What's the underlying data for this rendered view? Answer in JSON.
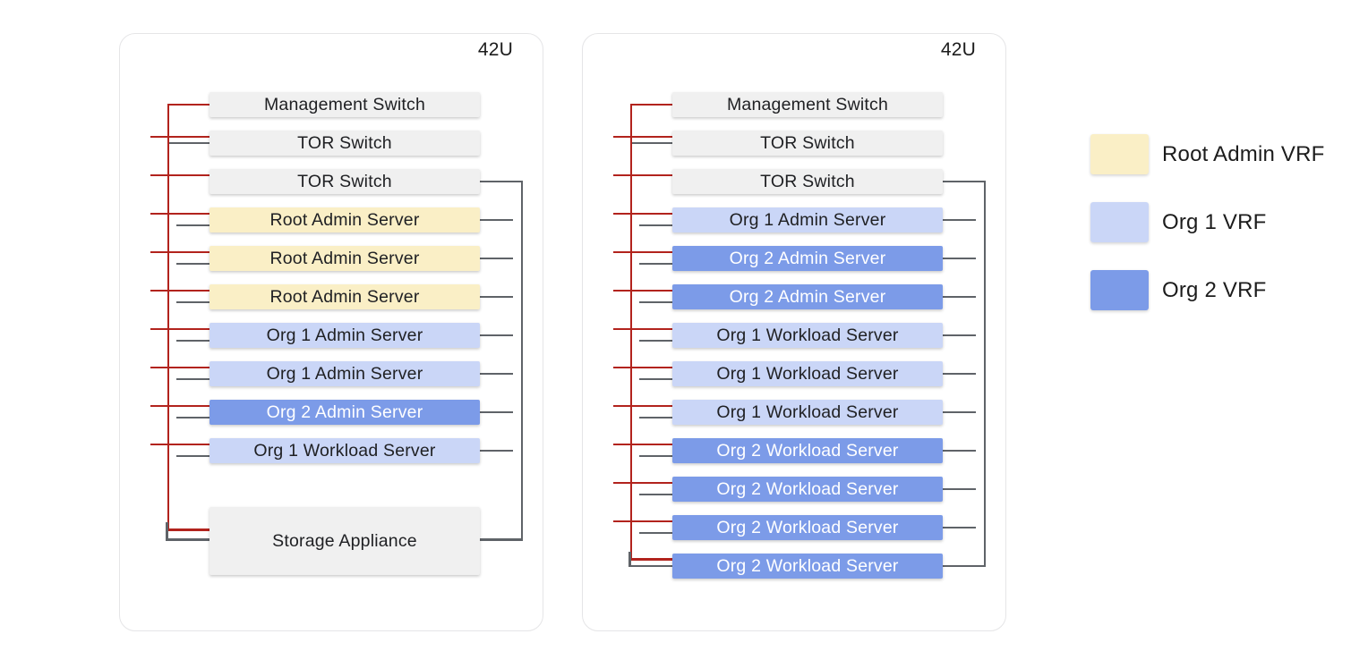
{
  "diagram": {
    "racks": [
      {
        "capacity_label": "42U",
        "rows": [
          {
            "label": "Management Switch",
            "type": "switch"
          },
          {
            "label": "TOR Switch",
            "type": "switch"
          },
          {
            "label": "TOR Switch",
            "type": "switch"
          },
          {
            "label": "Root Admin Server",
            "type": "root-admin"
          },
          {
            "label": "Root Admin Server",
            "type": "root-admin"
          },
          {
            "label": "Root Admin Server",
            "type": "root-admin"
          },
          {
            "label": "Org 1 Admin Server",
            "type": "org1"
          },
          {
            "label": "Org 1 Admin Server",
            "type": "org1"
          },
          {
            "label": "Org 2 Admin Server",
            "type": "org2"
          },
          {
            "label": "Org 1 Workload Server",
            "type": "org1"
          },
          {
            "label": "Storage Appliance",
            "type": "storage"
          }
        ]
      },
      {
        "capacity_label": "42U",
        "rows": [
          {
            "label": "Management Switch",
            "type": "switch"
          },
          {
            "label": "TOR Switch",
            "type": "switch"
          },
          {
            "label": "TOR Switch",
            "type": "switch"
          },
          {
            "label": "Org 1 Admin Server",
            "type": "org1"
          },
          {
            "label": "Org 2 Admin Server",
            "type": "org2"
          },
          {
            "label": "Org 2 Admin Server",
            "type": "org2"
          },
          {
            "label": "Org 1 Workload Server",
            "type": "org1"
          },
          {
            "label": "Org 1 Workload Server",
            "type": "org1"
          },
          {
            "label": "Org 1 Workload Server",
            "type": "org1"
          },
          {
            "label": "Org 2 Workload Server",
            "type": "org2"
          },
          {
            "label": "Org 2 Workload Server",
            "type": "org2"
          },
          {
            "label": "Org 2 Workload Server",
            "type": "org2"
          },
          {
            "label": "Org 2 Workload Server",
            "type": "org2"
          }
        ]
      }
    ],
    "legend": {
      "items": [
        {
          "label": "Root Admin VRF",
          "type": "root-admin"
        },
        {
          "label": "Org 1 VRF",
          "type": "org1"
        },
        {
          "label": "Org 2 VRF",
          "type": "org2"
        }
      ]
    },
    "colors": {
      "root_admin_fill": "#FAEFC6",
      "org1_fill": "#CAD6F7",
      "org2_fill": "#7C9BE8",
      "switch_fill": "#F0F0F0",
      "management_line": "#B2231D",
      "data_line": "#5F6368"
    }
  }
}
